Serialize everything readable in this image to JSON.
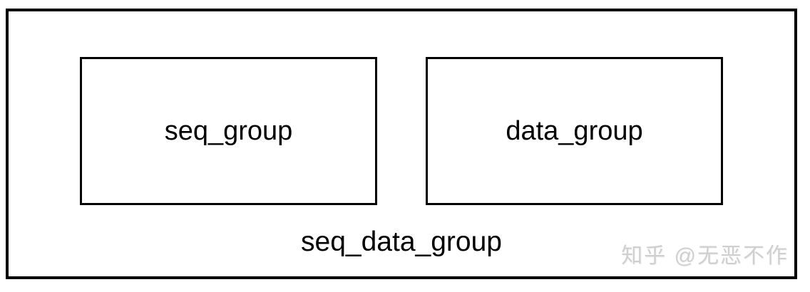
{
  "diagram": {
    "outer_label": "seq_data_group",
    "boxes": [
      {
        "label": "seq_group"
      },
      {
        "label": "data_group"
      }
    ]
  },
  "watermark": {
    "text": "知乎 @无恶不作"
  },
  "colors": {
    "border": "#000000",
    "background": "#ffffff",
    "watermark": "#cfcfcf"
  }
}
